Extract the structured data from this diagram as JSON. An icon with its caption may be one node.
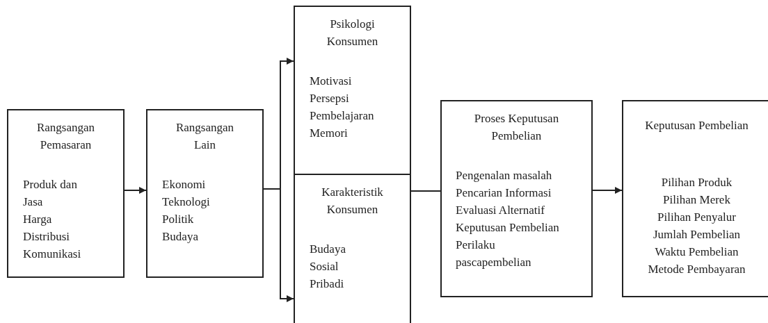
{
  "diagram": {
    "nodes": [
      {
        "text": [
          "Rangsangan Pemasaran",
          "Produk dan Jasa",
          "Harga",
          "Distribusi",
          "Komunikasi"
        ]
      },
      {
        "text": [
          "Rangsangan Lain",
          "Ekonomi",
          "Teknologi",
          "Politik",
          "Budaya"
        ]
      },
      {
        "text": [
          "Psikologi Konsumen",
          "Motivasi",
          "Persepsi",
          "Pembelajaran",
          "Memori"
        ]
      },
      {
        "text": [
          "Karakteristik Konsumen",
          "Budaya",
          "Sosial",
          "Pribadi"
        ]
      },
      {
        "text": [
          "Proses Keputusan Pembelian",
          "Pengenalan masalah",
          "Pencarian Informasi",
          "Evaluasi Alternatif",
          "Keputusan Pembelian",
          "Perilaku pascapembelian"
        ]
      },
      {
        "text": [
          "Keputusan Pembelian",
          "Pilihan Produk",
          "Pilihan Merek",
          "Pilihan Penyalur",
          "Jumlah Pembelian",
          "Waktu Pembelian",
          "Metode Pembayaran"
        ]
      }
    ],
    "edges": [
      {
        "from": 0,
        "to": 1,
        "arrow": "to"
      },
      {
        "from": 1,
        "to": 2,
        "arrow": "to"
      },
      {
        "from": 1,
        "to": 3,
        "arrow": "to"
      },
      {
        "from": 3,
        "to": 4,
        "arrow": "none"
      },
      {
        "from": 4,
        "to": 5,
        "arrow": "to"
      }
    ]
  }
}
